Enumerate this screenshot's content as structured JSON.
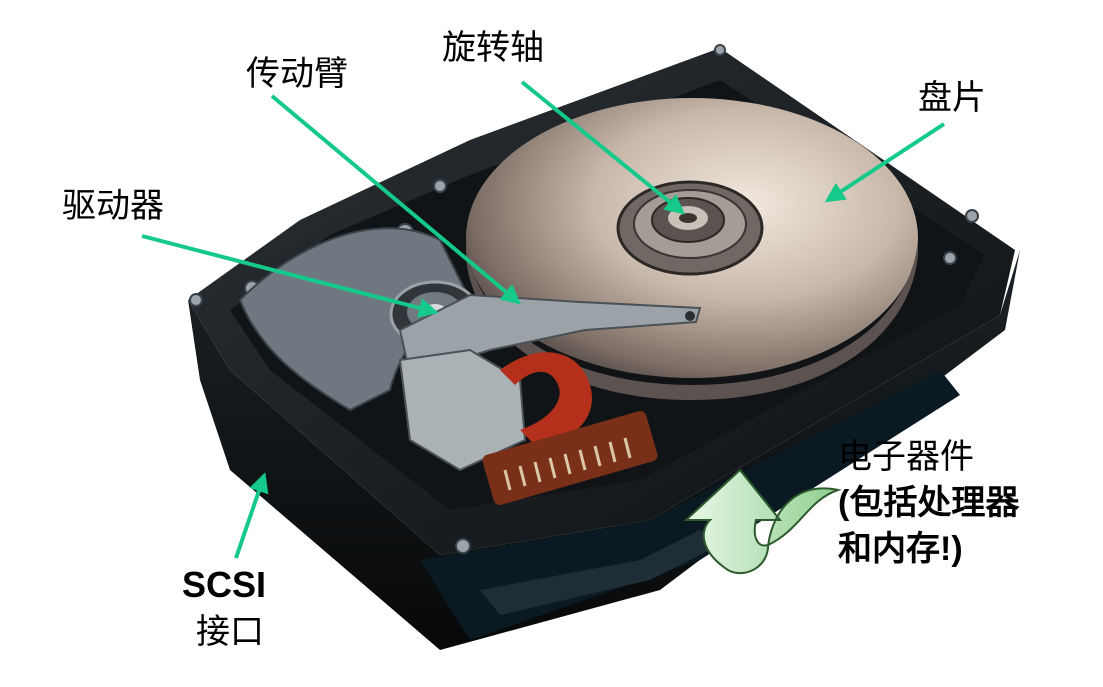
{
  "labels": {
    "spindle": "旋转轴",
    "arm": "传动臂",
    "platter": "盘片",
    "actuator": "驱动器",
    "electronics_line1": "电子器件",
    "electronics_line2": "(包括处理器",
    "electronics_line3": "和内存!)",
    "scsi_line1": "SCSI",
    "scsi_line2": "接口"
  },
  "colors": {
    "arrow": "#14c98a",
    "curved_arrow_fill": "#b8e6b8",
    "drive_body": "#15191c",
    "platter": "#c9b9ab"
  }
}
